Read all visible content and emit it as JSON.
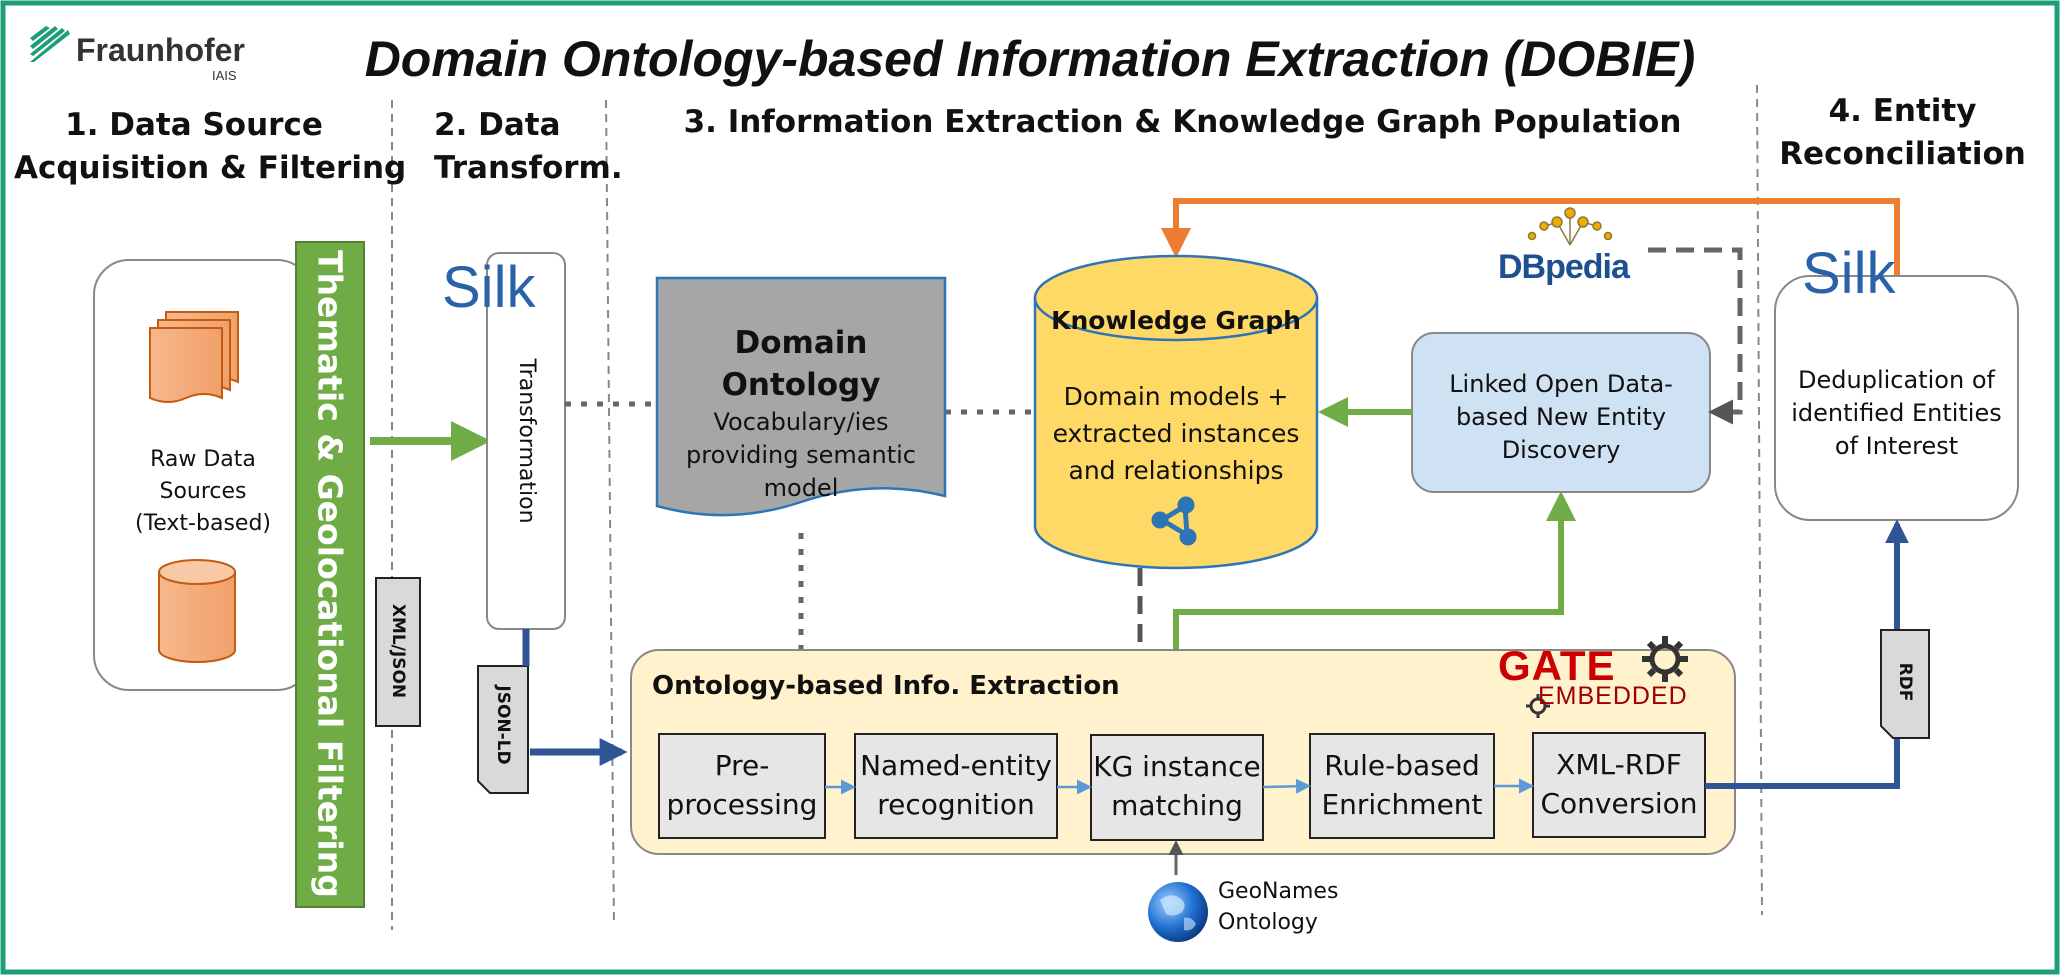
{
  "title": "Domain Ontology-based Information Extraction (DOBIE)",
  "logo": {
    "name": "Fraunhofer",
    "sub": "IAIS"
  },
  "phases": [
    {
      "label_line1": "1. Data Source",
      "label_line2": "Acquisition & Filtering"
    },
    {
      "label_line1": "2. Data",
      "label_line2": "Transform."
    },
    {
      "label_line1": "3. Information Extraction &  Knowledge Graph Population"
    },
    {
      "label_line1": "4. Entity",
      "label_line2": "Reconciliation"
    }
  ],
  "raw_sources": {
    "line1": "Raw Data",
    "line2": "Sources",
    "line3": "(Text-based)"
  },
  "filter_bar": "Thematic & Geolocational Filtering",
  "tag_xml_json": "XML/JSON",
  "tag_json_ld": "JSON-LD",
  "tag_rdf": "RDF",
  "silk_label": "Silk",
  "transformation": "Transformation",
  "domain_ontology": {
    "title_line1": "Domain",
    "title_line2": "Ontology",
    "line1": "Vocabulary/ies",
    "line2": "providing semantic",
    "line3": "model"
  },
  "knowledge_graph": {
    "title": "Knowledge Graph",
    "line1": "Domain models +",
    "line2": "extracted instances",
    "line3": "and relationships"
  },
  "dbpedia": "DBpedia",
  "lod": {
    "line1": "Linked Open Data-",
    "line2": "based New Entity",
    "line3": "Discovery"
  },
  "dedup": {
    "line1": "Deduplication of",
    "line2": "identified Entities",
    "line3": "of Interest"
  },
  "obie": {
    "title": "Ontology-based Info. Extraction",
    "gate_line1": "GATE",
    "gate_line2": "EMBEDDED"
  },
  "steps": [
    {
      "line1": "Pre-",
      "line2": "processing"
    },
    {
      "line1": "Named-entity",
      "line2": "recognition"
    },
    {
      "line1": "KG instance",
      "line2": "matching"
    },
    {
      "line1": "Rule-based",
      "line2": "Enrichment"
    },
    {
      "line1": "XML-RDF",
      "line2": "Conversion"
    }
  ],
  "geonames": {
    "line1": "GeoNames",
    "line2": "Ontology"
  },
  "colors": {
    "green": "#6fac46",
    "orange": "#ed7d31",
    "blue": "#2f5597",
    "frame": "#1e9e78",
    "kg_fill": "#ffd966",
    "lod_fill": "#cfe2f3",
    "onto_fill": "#a6a6a6",
    "obie_fill": "#fff2cc"
  }
}
